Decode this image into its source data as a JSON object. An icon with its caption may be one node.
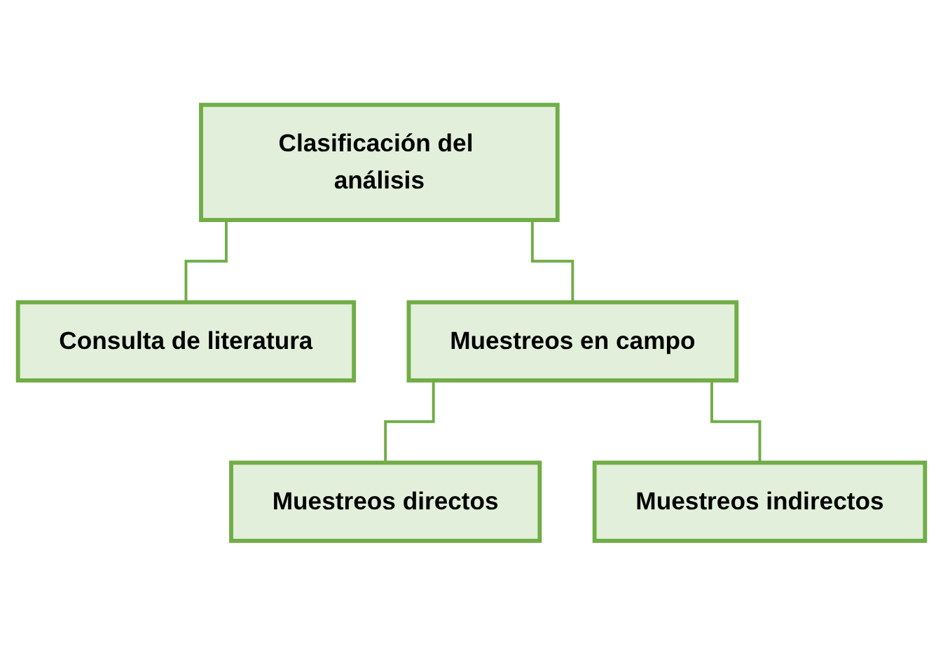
{
  "diagram": {
    "nodes": [
      {
        "text": [
          "Clasificación del análisis"
        ]
      },
      {
        "text": [
          "Consulta de literatura"
        ]
      },
      {
        "text": [
          "Muestreos en campo"
        ]
      },
      {
        "text": [
          "Muestreos directos"
        ]
      },
      {
        "text": [
          "Muestreos indirectos"
        ]
      }
    ],
    "edges": [
      {
        "from": 0,
        "to": 1,
        "arrow": "none"
      },
      {
        "from": 0,
        "to": 2,
        "arrow": "none"
      },
      {
        "from": 2,
        "to": 3,
        "arrow": "none"
      },
      {
        "from": 2,
        "to": 4,
        "arrow": "none"
      }
    ]
  }
}
